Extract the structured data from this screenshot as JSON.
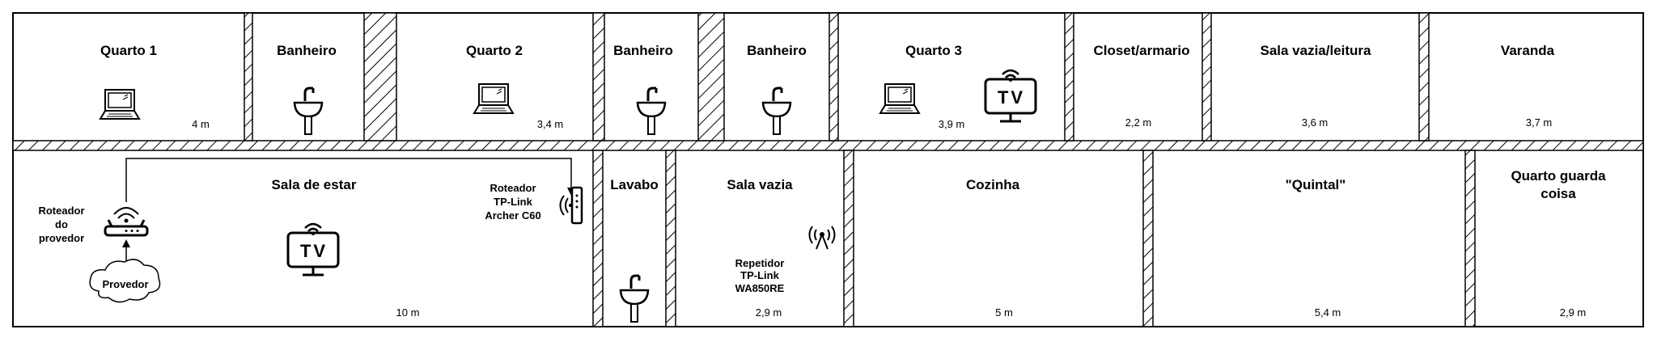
{
  "rooms_top": [
    {
      "name": "Quarto 1",
      "size": "4 m"
    },
    {
      "name": "Banheiro",
      "size": ""
    },
    {
      "name": "Quarto 2",
      "size": "3,4 m"
    },
    {
      "name": "Banheiro",
      "size": ""
    },
    {
      "name": "Banheiro",
      "size": ""
    },
    {
      "name": "Quarto 3",
      "size": "3,9 m"
    },
    {
      "name": "Closet/armario",
      "size": "2,2 m"
    },
    {
      "name": "Sala vazia/leitura",
      "size": "3,6 m"
    },
    {
      "name": "Varanda",
      "size": "3,7 m"
    }
  ],
  "rooms_bottom": [
    {
      "name": "Sala de estar",
      "size": "10 m"
    },
    {
      "name": "Lavabo",
      "size": ""
    },
    {
      "name": "Sala vazia",
      "size": "2,9 m"
    },
    {
      "name": "Cozinha",
      "size": "5 m"
    },
    {
      "name": "\"Quintal\"",
      "size": "5,4 m"
    },
    {
      "name_line1": "Quarto guarda",
      "name_line2": "coisa",
      "size": "2,9 m"
    }
  ],
  "devices": {
    "isp_router": {
      "line1": "Roteador",
      "line2": "do",
      "line3": "provedor",
      "icon": "wifi-router-icon"
    },
    "provider": {
      "label": "Provedor",
      "icon": "cloud-icon"
    },
    "tplink_router": {
      "line1": "Roteador",
      "line2": "TP-Link",
      "line3": "Archer C60",
      "icon": "router-side-icon"
    },
    "repeater": {
      "line1": "Repetidor",
      "line2": "TP-Link",
      "line3": "WA850RE",
      "icon": "antenna-icon"
    },
    "tv_label": "TV"
  }
}
